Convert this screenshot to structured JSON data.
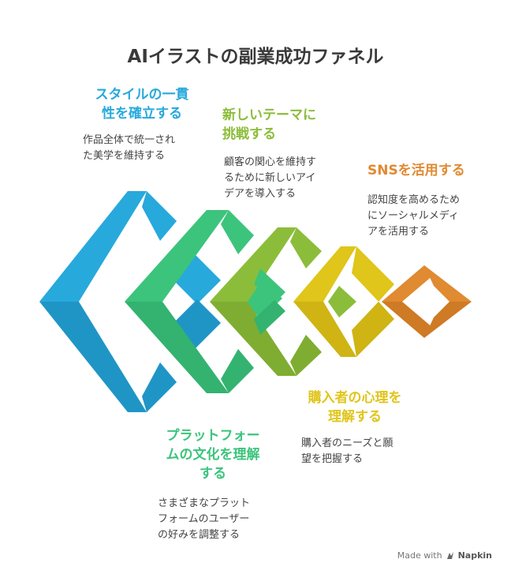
{
  "title": "AIイラストの副業成功ファネル",
  "steps": [
    {
      "title_lines": [
        "スタイルの一貫",
        "性を確立する"
      ],
      "desc_lines": [
        "作品全体で統一され",
        "た美学を維持する"
      ],
      "color": "#27a9dc"
    },
    {
      "title_lines": [
        "プラットフォー",
        "ムの文化を理解",
        "する"
      ],
      "desc_lines": [
        "さまざまなプラット",
        "フォームのユーザー",
        "の好みを調整する"
      ],
      "color": "#3cc47c"
    },
    {
      "title_lines": [
        "新しいテーマに",
        "挑戦する"
      ],
      "desc_lines": [
        "顧客の関心を維持す",
        "るために新しいアイ",
        "デアを導入する"
      ],
      "color": "#8cbd3a"
    },
    {
      "title_lines": [
        "購入者の心理を",
        "理解する"
      ],
      "desc_lines": [
        "購入者のニーズと願",
        "望を把握する"
      ],
      "color": "#e0c51a"
    },
    {
      "title_lines": [
        "SNSを活用する"
      ],
      "desc_lines": [
        "認知度を高めるため",
        "にソーシャルメディ",
        "アを活用する"
      ],
      "color": "#e08a31"
    }
  ],
  "footer": {
    "made_with": "Made with",
    "brand": "Napkin"
  }
}
